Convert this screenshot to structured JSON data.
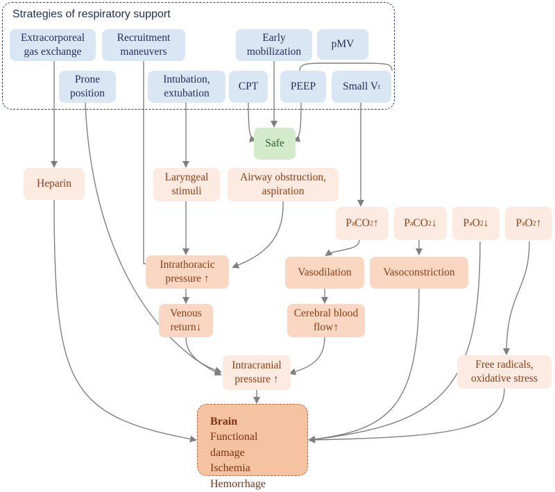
{
  "group_title": "Strategies of respiratory support",
  "nodes": {
    "extracorporeal": "Extracorporeal gas exchange",
    "recruitment": "Recruitment maneuvers",
    "early_mobilization": "Early mobilization",
    "pmv": "pMV",
    "prone": "Prone position",
    "intubation": "Intubation, extubation",
    "cpt": "CPT",
    "peep": "PEEP",
    "small_vt": {
      "main": "Small V",
      "sub": "t"
    },
    "safe": "Safe",
    "heparin": "Heparin",
    "laryngeal": "Laryngeal stimuli",
    "airway": "Airway obstruction, aspiration",
    "paco2_up": {
      "p": "P",
      "sub": "a",
      "main": "CO",
      "sub2": "2",
      "arrow": "↑"
    },
    "paco2_down": {
      "p": "P",
      "sub": "a",
      "main": "CO",
      "sub2": "2",
      "arrow": "↓"
    },
    "pao2_down": {
      "p": "P",
      "sub": "a",
      "main": "O",
      "sub2": "2",
      "arrow": "↓"
    },
    "pao2_up": {
      "p": "P",
      "sub": "a",
      "main": "O",
      "sub2": "2",
      "arrow": "↑"
    },
    "vasodilation": "Vasodilation",
    "vasoconstriction": "Vasoconstriction",
    "intrathoracic": "Intrathoracic pressure ↑",
    "venous": "Venous return↓",
    "cerebral": "Cerebral blood flow↑",
    "intracranial": "Intracranial pressure ↑",
    "free_radicals": "Free radicals, oxidative stress",
    "brain": {
      "title": "Brain",
      "lines": [
        "Functional damage",
        "Ischemia",
        "Hemorrhage"
      ]
    }
  },
  "colors": {
    "strategy_fill": "#d9e7f5",
    "safe_fill": "#d3ebcb",
    "effect_fill": "#fdebe2",
    "mechanism_fill": "#f9d7c3",
    "brain_fill": "#f5c3a2",
    "arrow": "#7f7f7f",
    "group_border": "#2e3f6e"
  }
}
